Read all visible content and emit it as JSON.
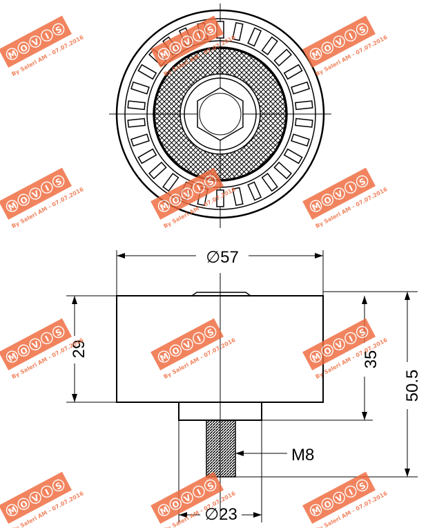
{
  "dimensions": {
    "outer_diameter": "57",
    "bore_diameter": "23",
    "body_height": "29",
    "flange_height": "35",
    "overall_height": "50.5",
    "thread": "M8",
    "diameter_symbol": "∅"
  },
  "watermark": {
    "brand_letters": [
      "M",
      "O",
      "V",
      "I",
      "S"
    ],
    "author_line": "By Saleri AM - 07.07.2016",
    "color": "#ee6a3c"
  }
}
